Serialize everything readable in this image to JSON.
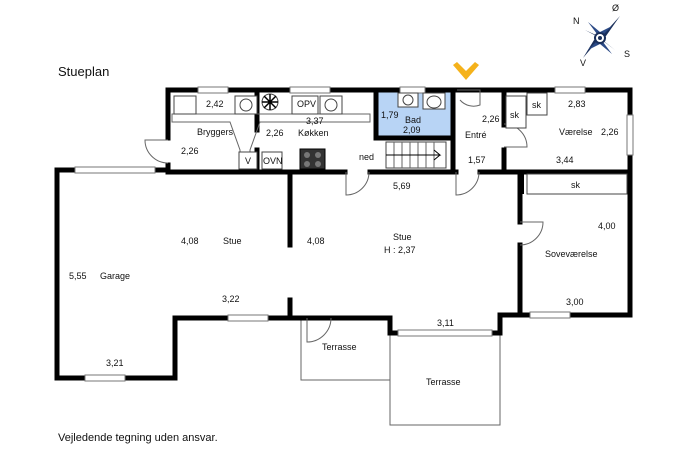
{
  "title": "Stueplan",
  "disclaimer": "Vejledende tegning uden ansvar.",
  "compass": {
    "n": "N",
    "o": "Ø",
    "s": "S",
    "v": "V"
  },
  "colors": {
    "bath": "#b8d4f5",
    "arrow": "#f5b21b",
    "wall": "#000000"
  },
  "labels": {
    "bryggers_w": "2,42",
    "bryggers": "Bryggers",
    "bryggers_h": "2,26",
    "opv": "OPV",
    "kokken_w": "3,37",
    "kokken_h": "2,26",
    "kokken": "Køkken",
    "v": "V",
    "ovn": "OVN",
    "bad_h": "1,79",
    "bad": "Bad",
    "bad_w": "2,09",
    "entre_w": "2,26",
    "entre": "Entré",
    "entre_h": "1,57",
    "ned": "ned",
    "sk1": "sk",
    "sk2": "sk",
    "sk3": "sk",
    "vaerelse_w": "2,83",
    "vaerelse": "Værelse",
    "vaerelse_h": "2,26",
    "vaerelse_d": "3,44",
    "stue_len": "5,69",
    "stue1_h": "4,08",
    "stue1": "Stue",
    "stue1_w": "3,22",
    "stue2_h": "4,08",
    "stue2": "Stue",
    "stue2_ceiling": "H : 2,37",
    "stue2_w": "3,11",
    "sove_h": "4,00",
    "sove": "Soveværelse",
    "sove_w": "3,00",
    "garage_h": "5,55",
    "garage": "Garage",
    "garage_w": "3,21",
    "terrasse1": "Terrasse",
    "terrasse2": "Terrasse"
  }
}
